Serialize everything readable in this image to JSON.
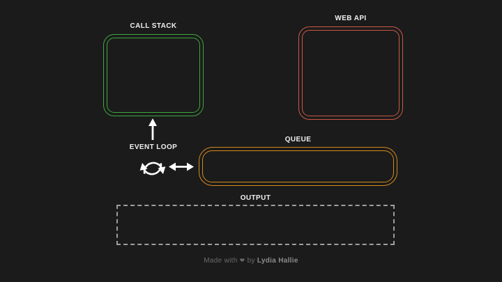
{
  "colors": {
    "background": "#1b1b1b",
    "green": "#3ea93e",
    "red": "#cd5946",
    "orange": "#d58a1a",
    "dash": "#9e9e9e",
    "label_text": "#f0f0f0",
    "arrow": "#ffffff",
    "footer_text": "#6a6a6a",
    "footer_author": "#8d8d8d"
  },
  "diagram": {
    "call_stack": {
      "label": "CALL STACK"
    },
    "web_api": {
      "label": "WEB API"
    },
    "event_loop": {
      "label": "EVENT LOOP",
      "icon": "sync-circular-arrows-icon"
    },
    "queue": {
      "label": "QUEUE"
    },
    "output": {
      "label": "OUTPUT"
    }
  },
  "footer": {
    "prefix": "Made with",
    "heart": "❤",
    "by": "by",
    "author": "Lydia Hallie"
  }
}
